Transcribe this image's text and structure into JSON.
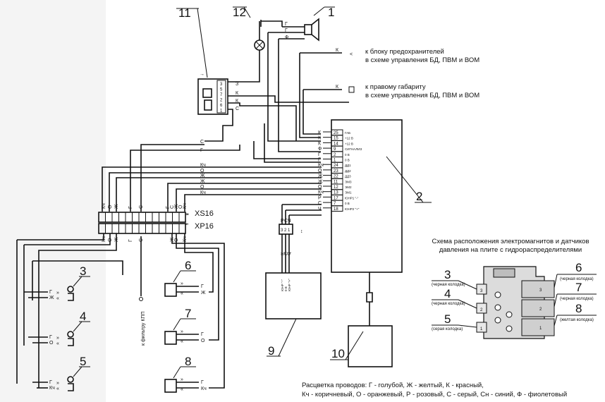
{
  "callouts": {
    "c1": "1",
    "c2": "2",
    "c3": "3",
    "c4": "4",
    "c5": "5",
    "c6": "6",
    "c7": "7",
    "c8": "8",
    "c9": "9",
    "c10": "10",
    "c11": "11",
    "c12": "12"
  },
  "connectors": {
    "xs16": "XS16",
    "xp16": "XP16"
  },
  "notes": {
    "fuse_line1": "к блоку предохранителей",
    "fuse_line2": "в схеме управления БД, ПВМ и ВОМ",
    "marker_line1": "к правому габариту",
    "marker_line2": "в схеме управления БД, ПВМ и ВОМ",
    "filter_kpp": "к фильтру КПП"
  },
  "unit2_pins": [
    {
      "wire": "К",
      "pin": "25",
      "sig": "ГАБ"
    },
    {
      "wire": "К",
      "pin": "15",
      "sig": "+12 В"
    },
    {
      "wire": "К",
      "pin": "14",
      "sig": "+12 В"
    },
    {
      "wire": "Ф",
      "pin": "9",
      "sig": "СИГНАЛИЗ"
    },
    {
      "wire": "Г",
      "pin": "2",
      "sig": "0 В"
    },
    {
      "wire": "Г",
      "pin": "1",
      "sig": "0 В"
    },
    {
      "wire": "Кч",
      "pin": "24",
      "sig": "ДД1"
    },
    {
      "wire": "О",
      "pin": "23",
      "sig": "ДД2"
    },
    {
      "wire": "Ж",
      "pin": "22",
      "sig": "ДД3"
    },
    {
      "wire": "Ж",
      "pin": "11",
      "sig": "ЭМ3"
    },
    {
      "wire": "О",
      "pin": "12",
      "sig": "ЭМ2"
    },
    {
      "wire": "Кч",
      "pin": "13",
      "sig": "ЭМ1"
    },
    {
      "wire": "Р",
      "pin": "17",
      "sig": "ЮНР1 \"-\""
    },
    {
      "wire": "С",
      "pin": "7",
      "sig": "0 В"
    },
    {
      "wire": "Ч",
      "pin": "18",
      "sig": "ЮНР2 \"+\""
    }
  ],
  "relay11_pins": [
    "3",
    "5",
    "7",
    "2",
    "6",
    "1"
  ],
  "relay11_wires": [
    "З",
    "К",
    "К",
    "С"
  ],
  "buzzer_wires": [
    "Г",
    "Г",
    "Ф"
  ],
  "xs_top_labels": [
    "Кч",
    "О",
    "Ж",
    "Г",
    "С",
    "Г",
    "С",
    "Ж",
    "О",
    "Кч"
  ],
  "xs_bottom_labels": [
    "Кч",
    "О",
    "Ж",
    "Г",
    "С",
    "Ж",
    "О",
    "Кч"
  ],
  "unit9": {
    "wires": [
      "Р",
      "С",
      "Ч"
    ],
    "wires_bottom": [
      "К",
      "С",
      "Ч"
    ],
    "pins": [
      "3",
      "2",
      "1"
    ],
    "inner": [
      "ЮНР \"-\"",
      "0 В",
      "ЮНР \"+\""
    ]
  },
  "sensors_left": [
    {
      "num": "3",
      "wires": [
        "Г",
        "Ж"
      ]
    },
    {
      "num": "4",
      "wires": [
        "Г",
        "О"
      ]
    },
    {
      "num": "5",
      "wires": [
        "Г",
        "Кч"
      ]
    }
  ],
  "magnets_right": [
    {
      "num": "6",
      "wires": [
        "Г",
        "Ж"
      ]
    },
    {
      "num": "7",
      "wires": [
        "Г",
        "О"
      ]
    },
    {
      "num": "8",
      "wires": [
        "Г",
        "Кч"
      ]
    }
  ],
  "inset": {
    "title1": "Схема расположения электромагнитов и датчиков",
    "title2": "давления на плите с гидрораспределителями",
    "left": [
      {
        "num": "3",
        "cap": "(черная колодка)"
      },
      {
        "num": "4",
        "cap": "(черная колодка)"
      },
      {
        "num": "5",
        "cap": "(серая колодка)"
      }
    ],
    "right": [
      {
        "num": "6",
        "cap": "(черная колодка)"
      },
      {
        "num": "7",
        "cap": "(черная колодка)"
      },
      {
        "num": "8",
        "cap": "(желтая колодка)"
      }
    ],
    "slot_left": [
      "3",
      "2",
      "1"
    ],
    "slot_right": [
      "3",
      "2",
      "1"
    ]
  },
  "legend": {
    "line1": "Расцветка проводов: Г - голубой, Ж - желтый, К - красный,",
    "line2": "Кч - коричневый, О - оранжевый, Р - розовый, С - серый, Сн - синий, Ф - фиолетовый"
  }
}
